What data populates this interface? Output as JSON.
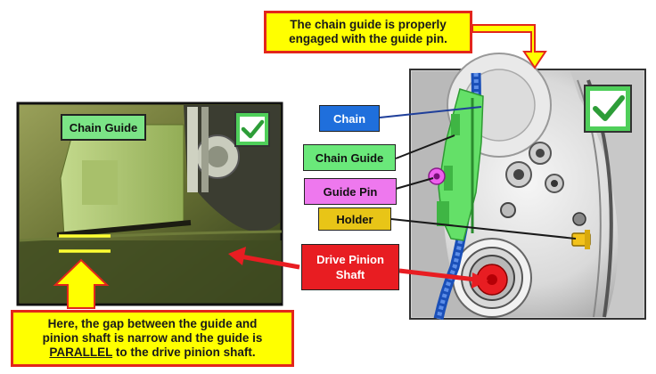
{
  "top_callout": {
    "line1": "The chain guide is properly",
    "line2": "engaged with the guide pin."
  },
  "bottom_callout": {
    "line1": "Here, the gap between the guide and",
    "line2": "pinion shaft is narrow and the guide is",
    "line3_underlined": "PARALLEL",
    "line3_rest": " to the drive pinion shaft."
  },
  "labels": {
    "chain": "Chain",
    "chain_guide": "Chain Guide",
    "guide_pin": "Guide Pin",
    "holder": "Holder",
    "drive_pinion_line1": "Drive Pinion",
    "drive_pinion_line2": "Shaft",
    "inset_chain_guide": "Chain Guide"
  },
  "icons": {
    "photo_check": "checkmark-icon",
    "inset_check": "checkmark-icon"
  },
  "colors": {
    "callout_fill": "#ffff00",
    "callout_border": "#e3261b",
    "chain": "#1f6fdc",
    "chain_guide": "#6ae87a",
    "guide_pin": "#ee78ee",
    "holder": "#e8c517",
    "drive_pinion": "#e81d22",
    "checkmark_bg": "#4fcf5a"
  }
}
